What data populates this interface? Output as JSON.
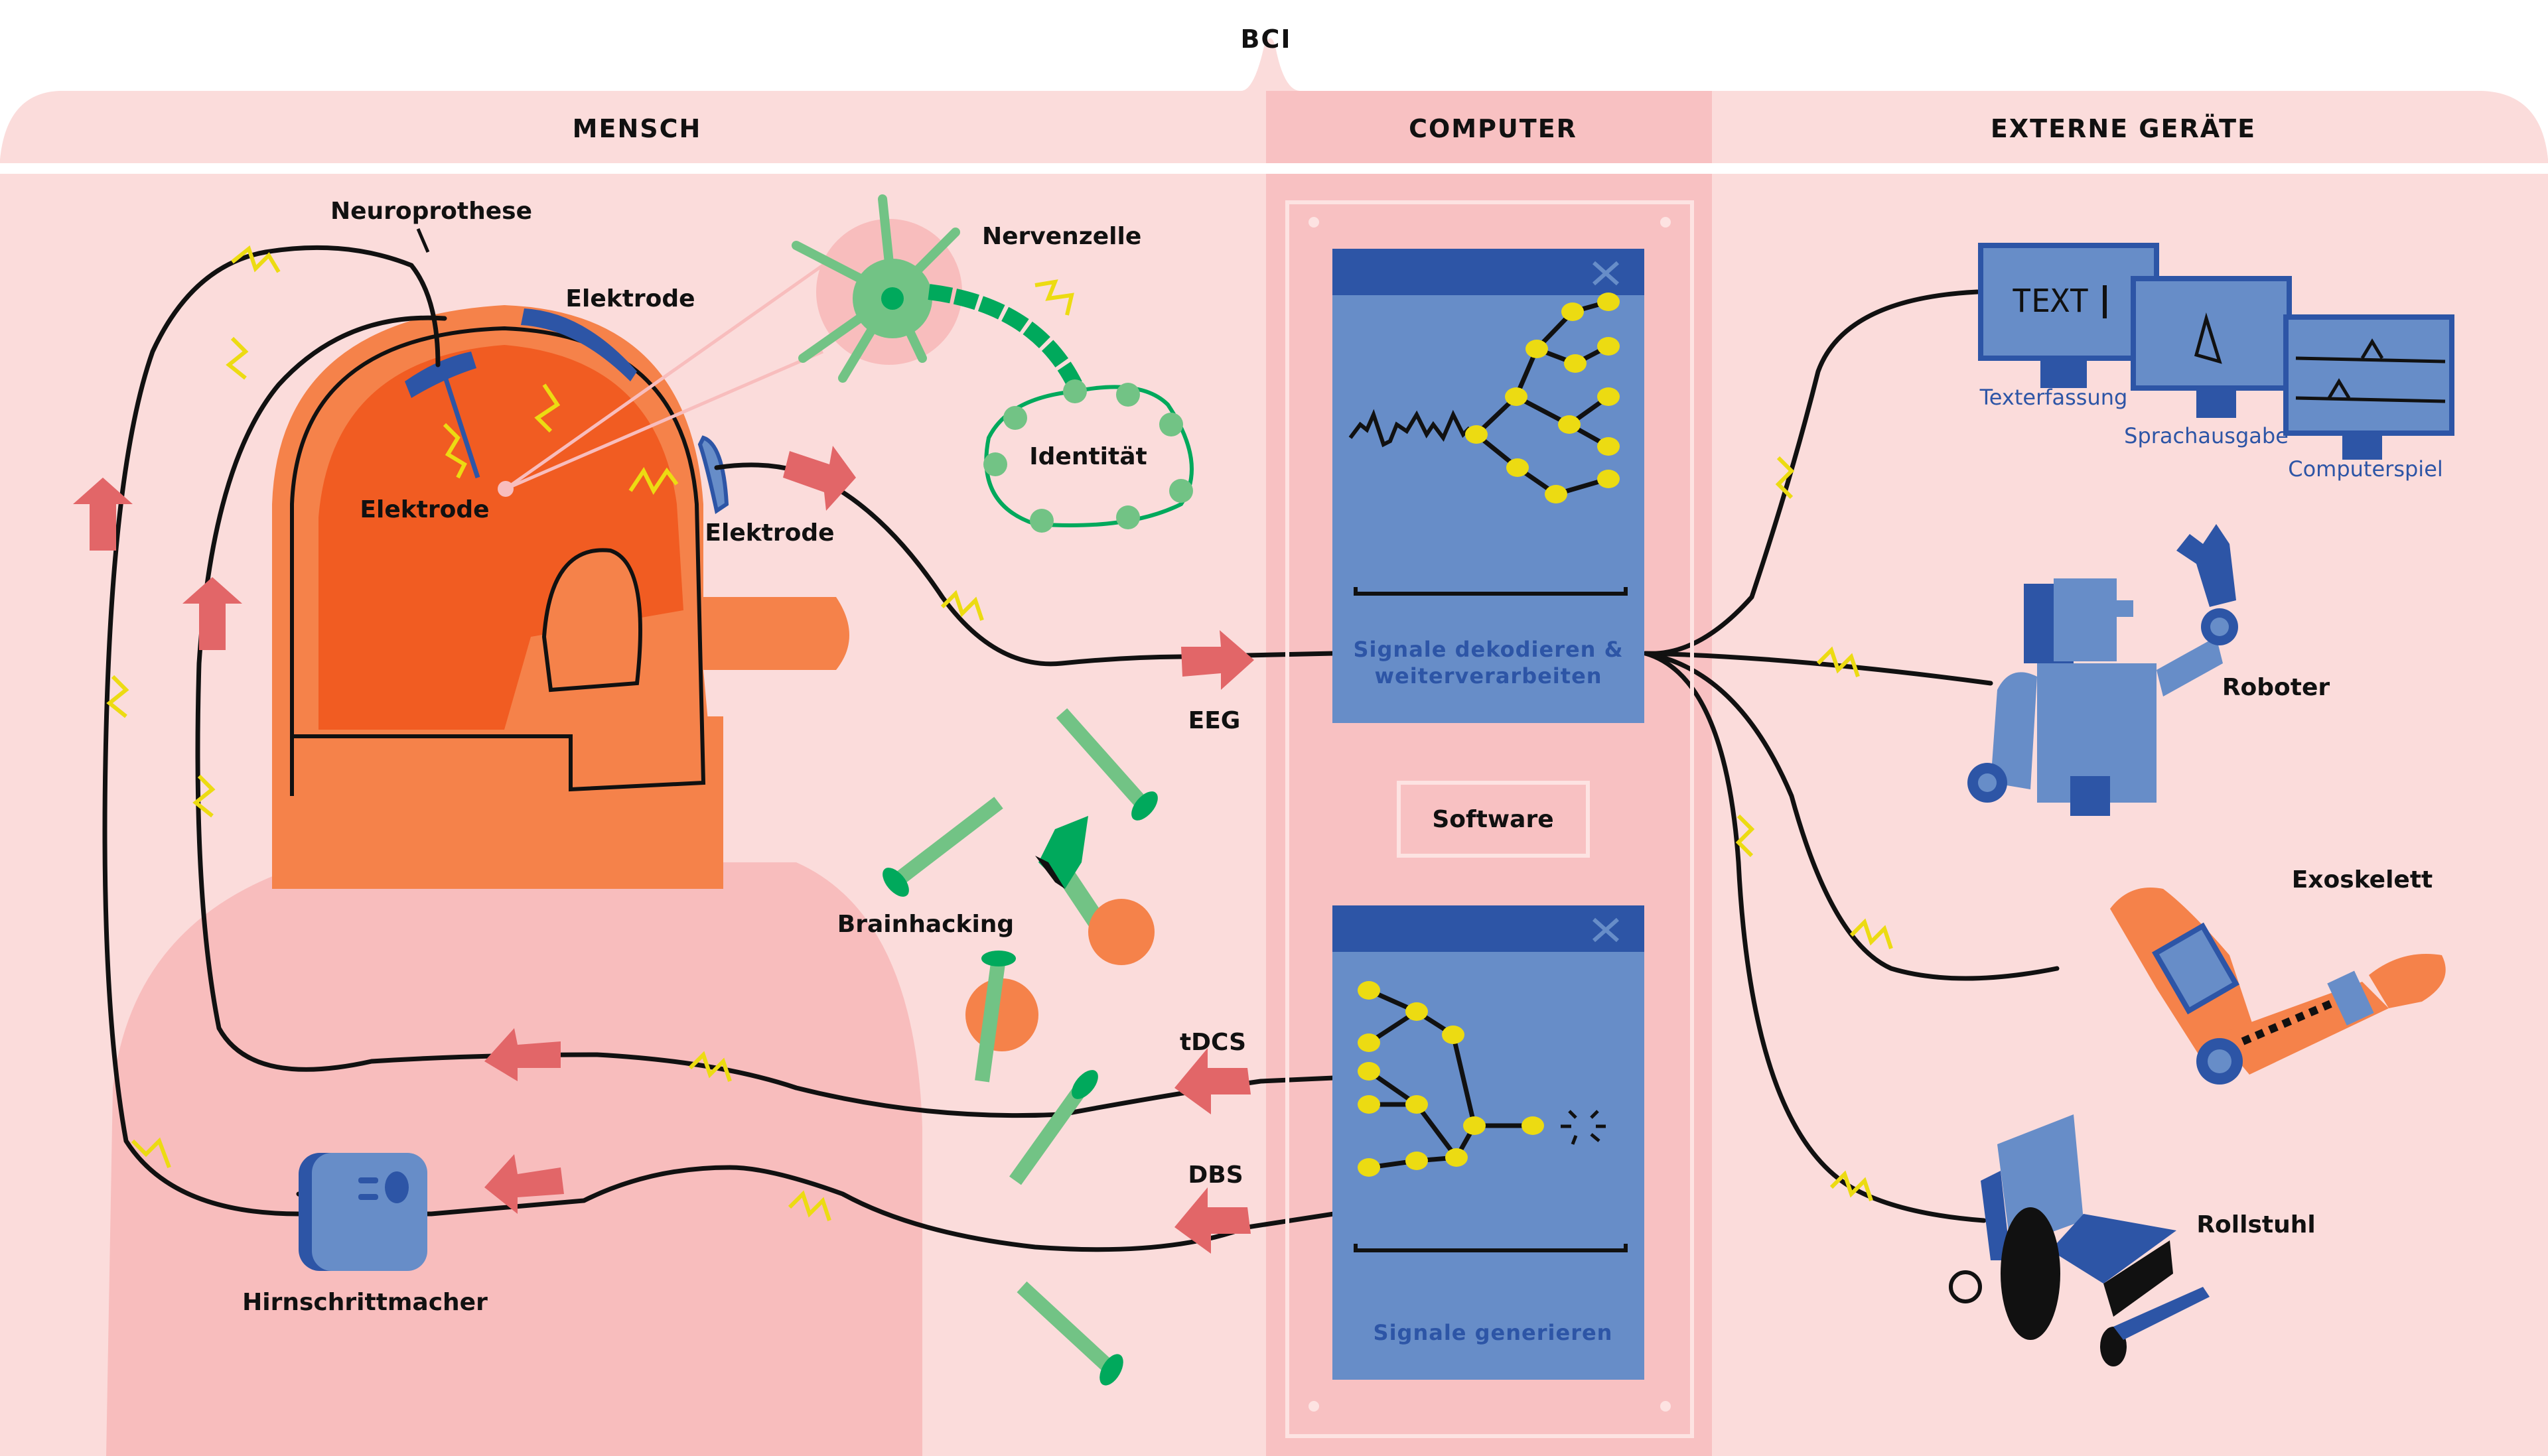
{
  "title": "BCI",
  "columns": {
    "human": "MENSCH",
    "computer": "COMPUTER",
    "devices": "EXTERNE GERÄTE"
  },
  "human": {
    "labels": {
      "neuroprosthesis": "Neuroprothese",
      "electrode_top": "Elektrode",
      "electrode_inner": "Elektrode",
      "electrode_side": "Elektrode",
      "neuron": "Nervenzelle",
      "identity": "Identität",
      "brainhacking": "Brainhacking",
      "pacemaker": "Hirnschrittmacher"
    }
  },
  "signals": {
    "eeg": "EEG",
    "tdcs": "tDCS",
    "dbs": "DBS"
  },
  "computer": {
    "decode_window": {
      "caption_line1": "Signale dekodieren &",
      "caption_line2": "weiterverarbeiten",
      "close_icon": "close-icon"
    },
    "software_label": "Software",
    "generate_window": {
      "caption": "Signale generieren",
      "close_icon": "close-icon"
    }
  },
  "devices": {
    "screens": {
      "text_screen_content": "TEXT",
      "text_capture": "Texterfassung",
      "speech_output": "Sprachausgabe",
      "computer_game": "Computerspiel"
    },
    "robot": "Roboter",
    "exoskeleton": "Exoskelett",
    "wheelchair": "Rollstuhl"
  },
  "colors": {
    "bg_human": "#fbdcdb",
    "bg_computer": "#f8c1c2",
    "body_pink": "#f8bdbd",
    "head_orange": "#f5824a",
    "brain_orange": "#f15c22",
    "window_blue": "#678dc8",
    "window_bar": "#2d55a6",
    "node_yellow": "#ecdb12",
    "arrow_red": "#e26668",
    "neuron_green": "#72c385",
    "neuron_dark": "#00a95c"
  }
}
